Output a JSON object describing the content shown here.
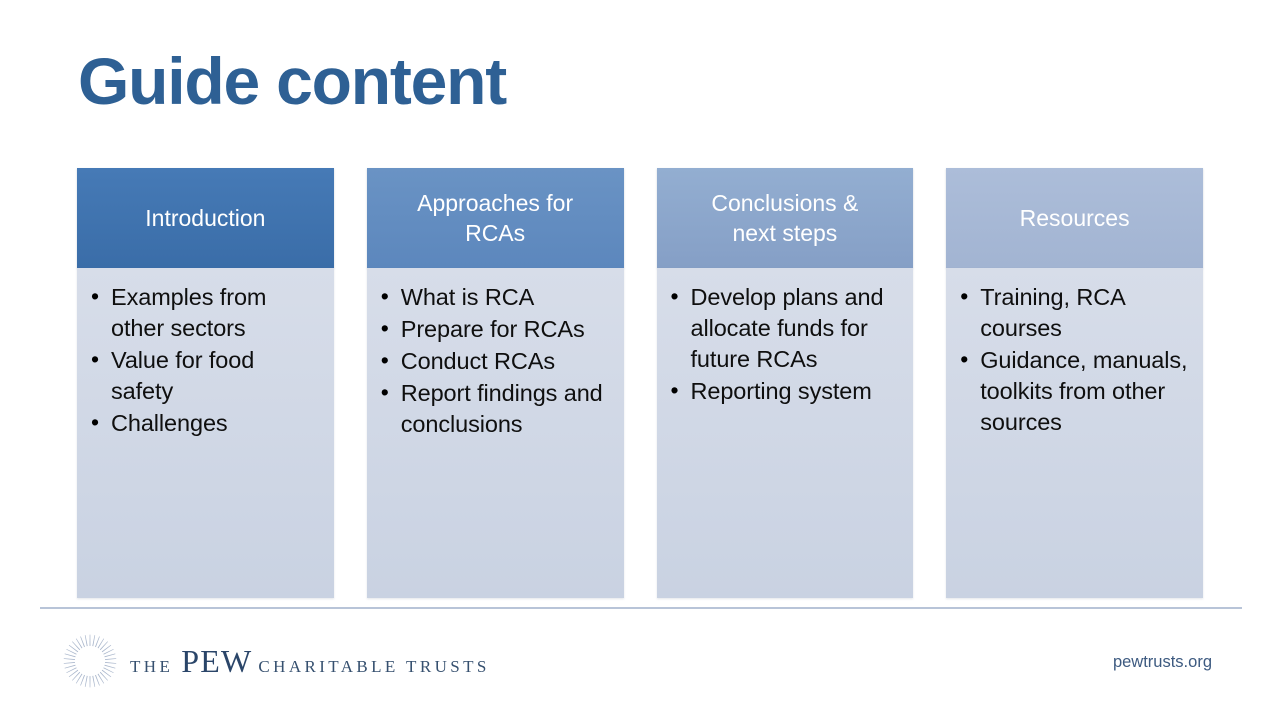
{
  "slide": {
    "title": "Guide content",
    "title_color": "#2e6094",
    "background": "#ffffff"
  },
  "columns": [
    {
      "header": "Introduction",
      "header_lines": [
        "Introduction"
      ],
      "header_color_top": "#467ab6",
      "header_color_bottom": "#3a6da8",
      "body_color_top": "#d7dde9",
      "body_color_bottom": "#c9d2e2",
      "bullets": [
        "Examples from other sectors",
        "Value for food safety",
        "Challenges"
      ]
    },
    {
      "header": "Approaches for RCAs",
      "header_lines": [
        "Approaches for",
        "RCAs"
      ],
      "header_color_top": "#6a93c4",
      "header_color_bottom": "#5c87bd",
      "body_color_top": "#d7dde9",
      "body_color_bottom": "#c9d2e2",
      "bullets": [
        "What is RCA",
        "Prepare for RCAs",
        "Conduct RCAs",
        "Report findings and conclusions"
      ]
    },
    {
      "header": "Conclusions & next steps",
      "header_lines": [
        "Conclusions &",
        "next steps"
      ],
      "header_color_top": "#93aed1",
      "header_color_bottom": "#859fc6",
      "body_color_top": "#d7dde9",
      "body_color_bottom": "#c9d2e2",
      "bullets": [
        "Develop plans and allocate funds for future RCAs",
        "Reporting system"
      ]
    },
    {
      "header": "Resources",
      "header_lines": [
        "Resources"
      ],
      "header_color_top": "#acbdd9",
      "header_color_bottom": "#a2b4d2",
      "body_color_top": "#d7dde9",
      "body_color_bottom": "#c9d2e2",
      "bullets": [
        "Training, RCA courses",
        "Guidance, manuals, toolkits from other sources"
      ]
    }
  ],
  "footer": {
    "logo_the": "THE",
    "logo_pew": "PEW",
    "logo_charitable_trusts": "CHARITABLE TRUSTS",
    "logo_icon": "pew-sunburst-icon",
    "url": "pewtrusts.org",
    "divider_color": "#b8c4d8",
    "text_color": "#36506f"
  }
}
